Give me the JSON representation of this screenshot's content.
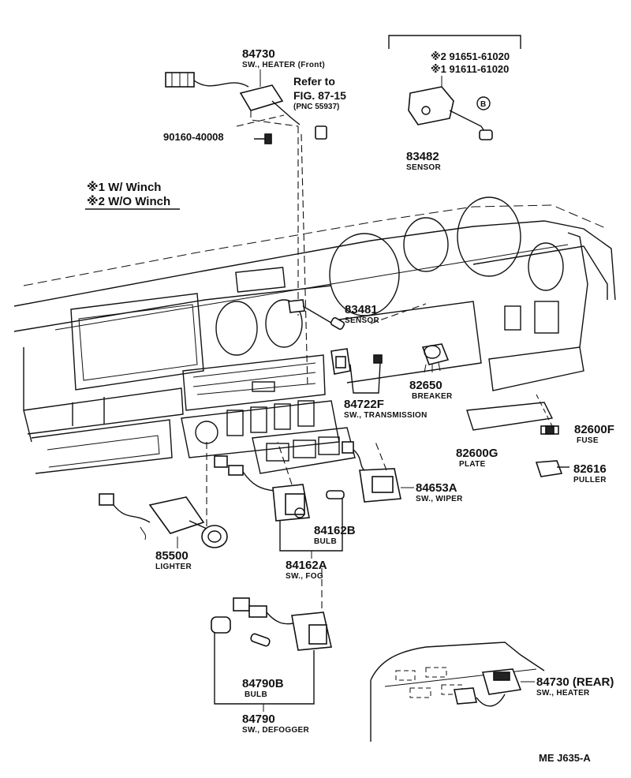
{
  "legend": {
    "winch": "※1 W/ Winch",
    "no_winch": "※2 W/O Winch"
  },
  "reference": {
    "refer_to": "Refer to",
    "fig": "FIG. 87-15",
    "pnc": "(PNC 55937)"
  },
  "parts": [
    {
      "number": "84730",
      "name": "SW., HEATER (Front)"
    },
    {
      "number": "90160-40008",
      "name": ""
    },
    {
      "number": "※2 91651-61020",
      "name": ""
    },
    {
      "number": "※1 91611-61020",
      "name": ""
    },
    {
      "number": "83482",
      "name": "SENSOR"
    },
    {
      "number": "83481",
      "name": "SENSOR"
    },
    {
      "number": "82650",
      "name": "BREAKER"
    },
    {
      "number": "84722F",
      "name": "SW., TRANSMISSION"
    },
    {
      "number": "82600F",
      "name": "FUSE"
    },
    {
      "number": "82600G",
      "name": "PLATE"
    },
    {
      "number": "82616",
      "name": "PULLER"
    },
    {
      "number": "84653A",
      "name": "SW., WIPER"
    },
    {
      "number": "84162B",
      "name": "BULB"
    },
    {
      "number": "85500",
      "name": "LIGHTER"
    },
    {
      "number": "84162A",
      "name": "SW., FOG"
    },
    {
      "number": "84790B",
      "name": "BULB"
    },
    {
      "number": "84790",
      "name": "SW., DEFOGGER"
    },
    {
      "number": "84730 (REAR)",
      "name": "SW., HEATER"
    }
  ],
  "callout_b": "B",
  "drawing_code": "ME  J635-A"
}
